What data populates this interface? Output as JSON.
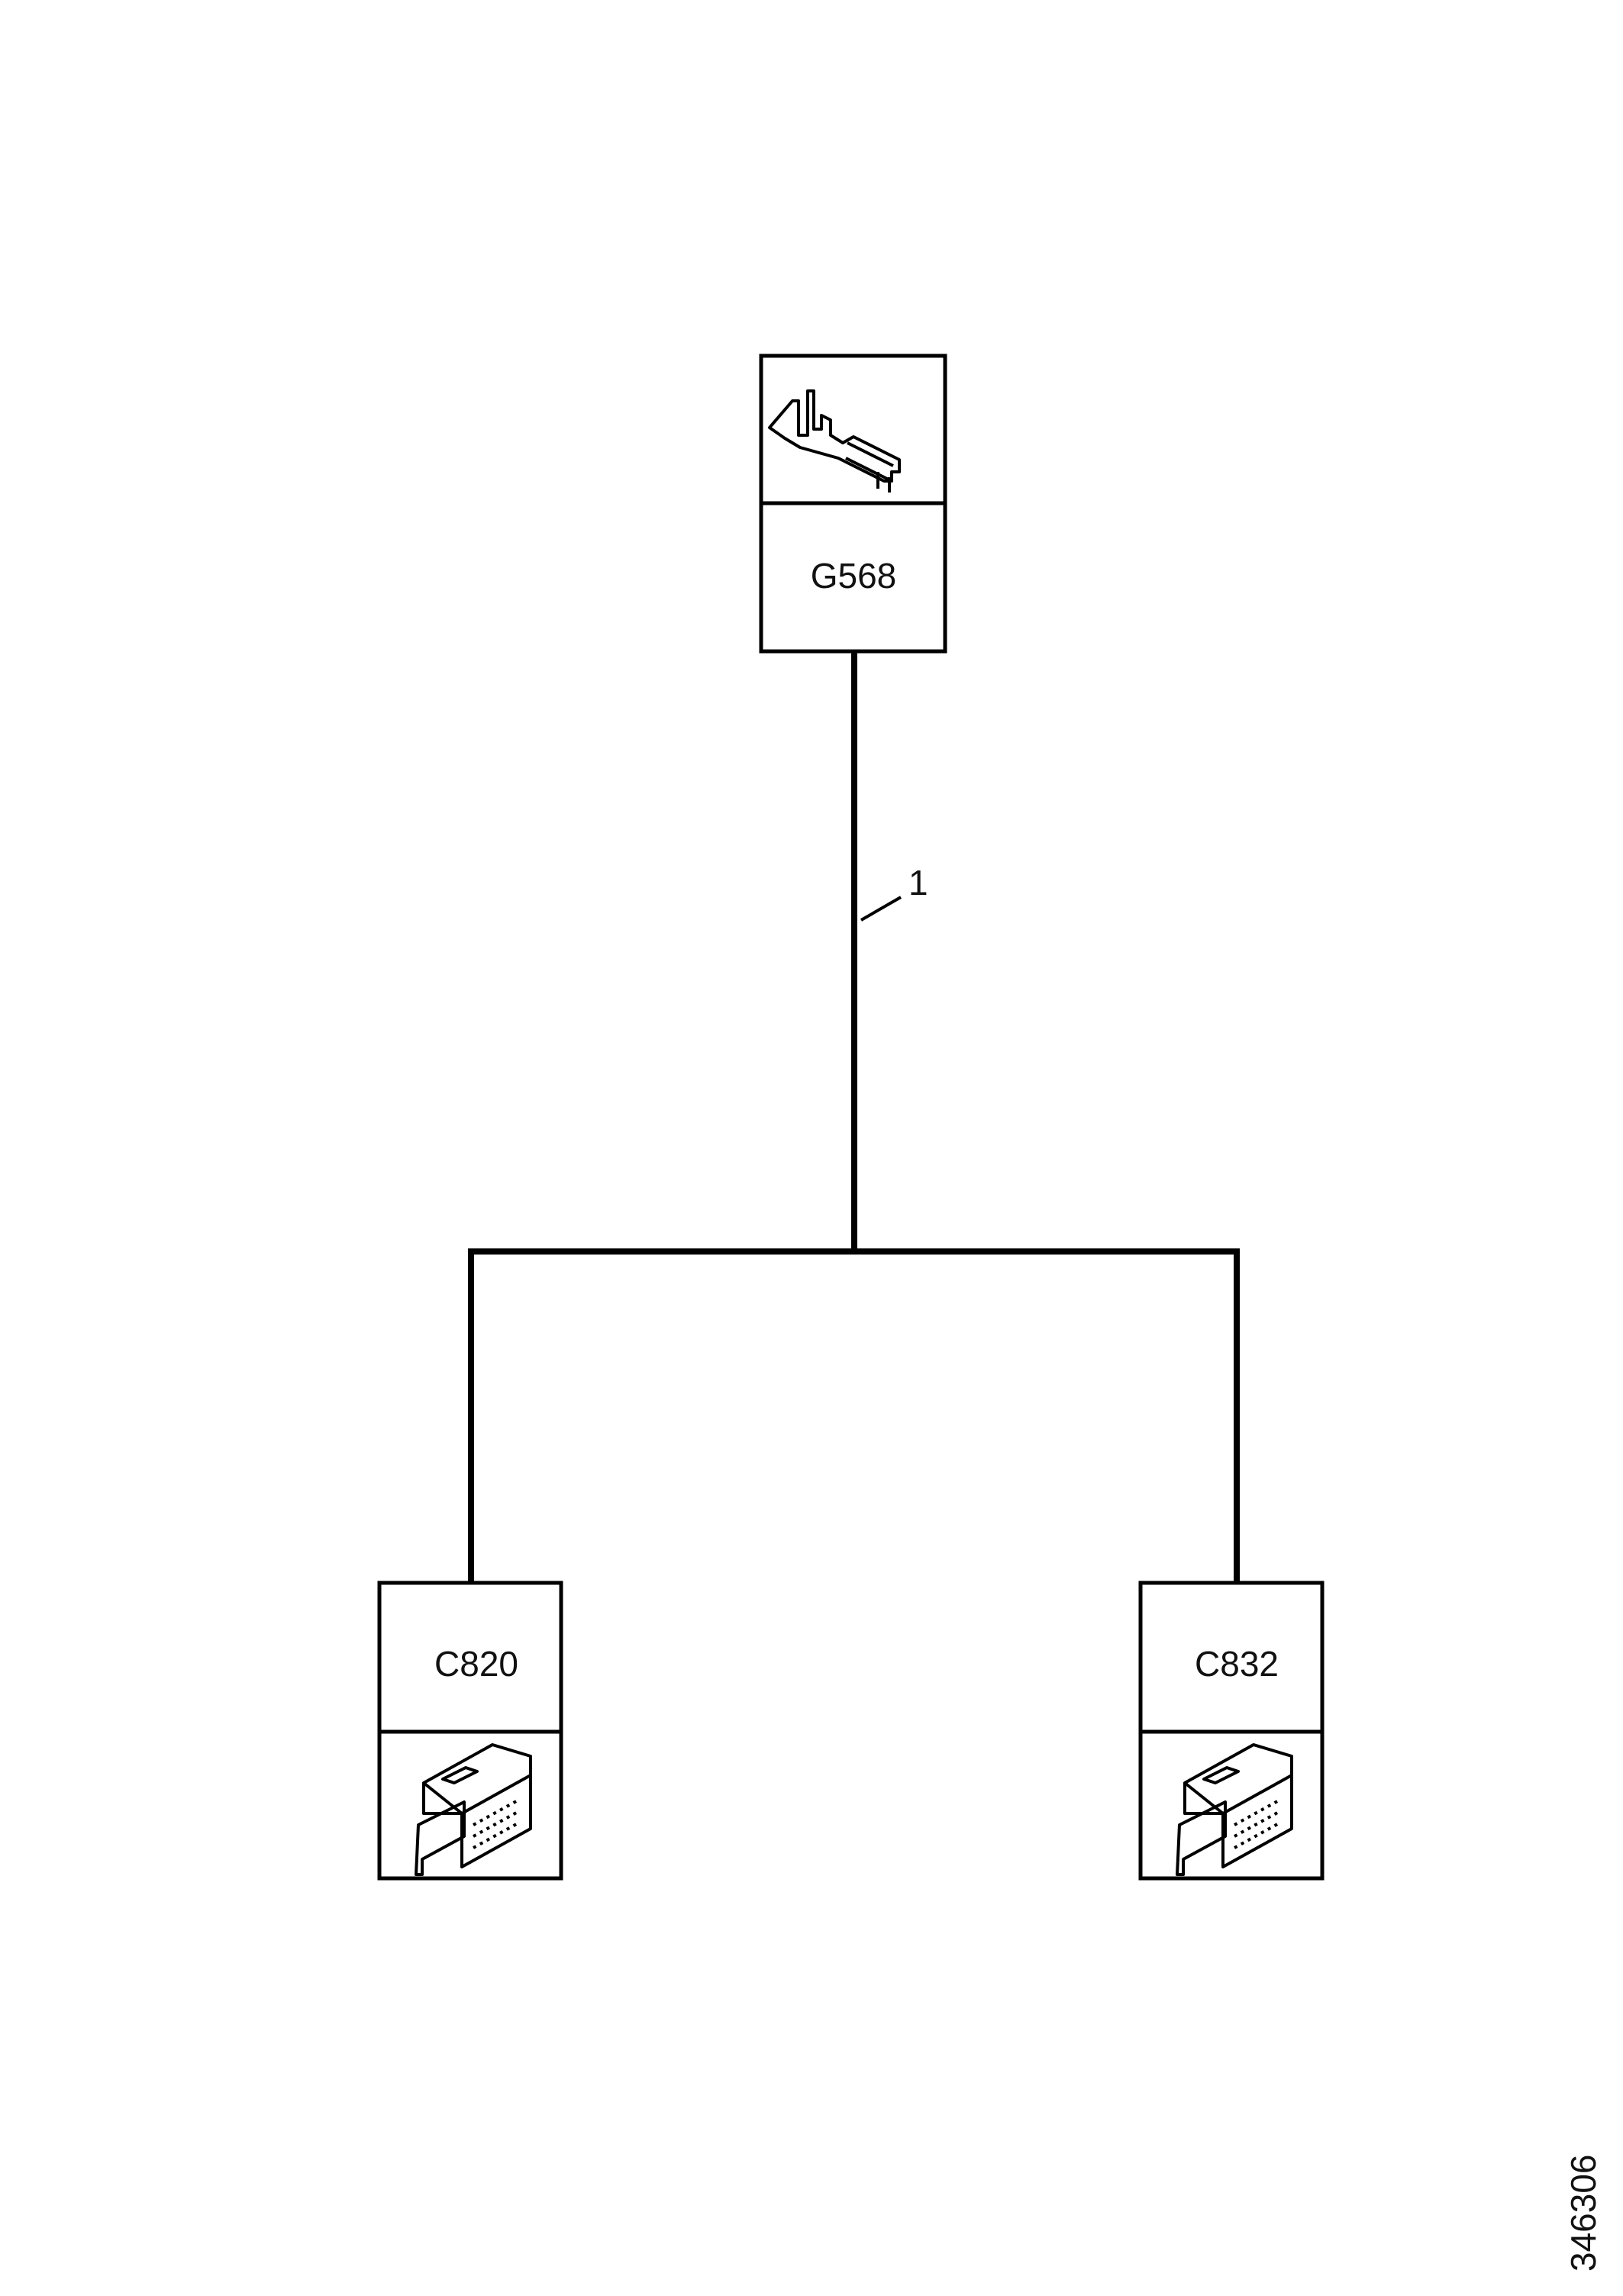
{
  "components": [
    {
      "id": "G568",
      "type": "ground-terminal",
      "icon": "terminal-icon"
    },
    {
      "id": "C820",
      "type": "connector",
      "icon": "connector-icon"
    },
    {
      "id": "C832",
      "type": "connector",
      "icon": "connector-icon"
    }
  ],
  "wire": {
    "label": "1"
  },
  "figure_code": "346306",
  "colors": {
    "line": "#000000",
    "background": "#ffffff"
  }
}
